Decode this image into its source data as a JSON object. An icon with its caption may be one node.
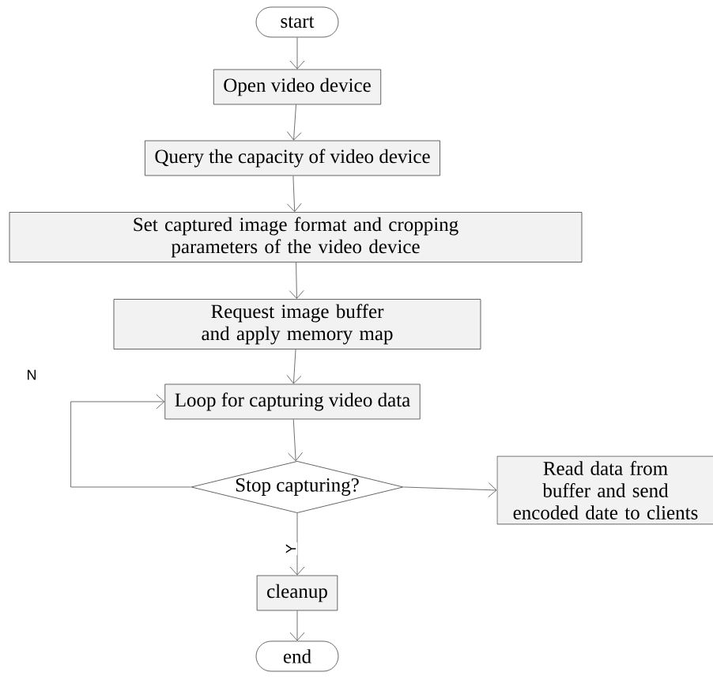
{
  "diagram": {
    "nodes": [
      {
        "text": [
          "start"
        ]
      },
      {
        "text": [
          "Open video device"
        ]
      },
      {
        "text": [
          "Query the capacity of video device"
        ]
      },
      {
        "text": [
          "Set captured image format and cropping parameters of the video device"
        ]
      },
      {
        "text": [
          "Request image buffer and apply memory map"
        ]
      },
      {
        "text": [
          "Loop for capturing video data"
        ]
      },
      {
        "text": [
          "Stop capturing?"
        ]
      },
      {
        "text": [
          "Read data from buffer and send encoded date to clients"
        ]
      },
      {
        "text": [
          "cleanup"
        ]
      },
      {
        "text": [
          "end"
        ]
      }
    ],
    "edges": [
      {
        "from": 0,
        "to": 1,
        "arrow": "to"
      },
      {
        "from": 1,
        "to": 2,
        "arrow": "to"
      },
      {
        "from": 2,
        "to": 3,
        "arrow": "to"
      },
      {
        "from": 3,
        "to": 4,
        "arrow": "to"
      },
      {
        "from": 4,
        "to": 5,
        "arrow": "to"
      },
      {
        "from": 5,
        "to": 6,
        "arrow": "to"
      },
      {
        "from": 6,
        "to": 5,
        "arrow": "to",
        "label": "N"
      },
      {
        "from": 6,
        "to": 7,
        "arrow": "to"
      },
      {
        "from": 6,
        "to": 8,
        "arrow": "to",
        "label": "Y"
      },
      {
        "from": 8,
        "to": 9,
        "arrow": "to"
      }
    ]
  }
}
